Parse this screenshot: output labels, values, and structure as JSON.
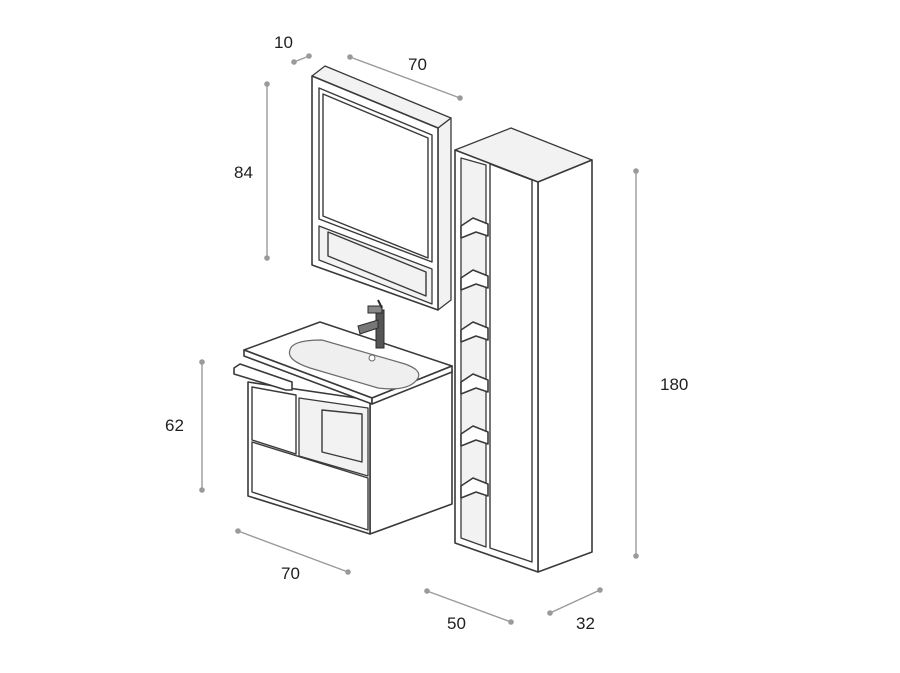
{
  "dimensions": {
    "mirror_depth": "10",
    "mirror_width": "70",
    "mirror_height": "84",
    "vanity_height": "62",
    "vanity_width": "70",
    "column_height": "180",
    "column_width": "50",
    "column_depth": "32"
  },
  "colors": {
    "outline": "#3a3a3a",
    "dimension_line": "#9a9a9a",
    "label": "#1f1f1f"
  }
}
